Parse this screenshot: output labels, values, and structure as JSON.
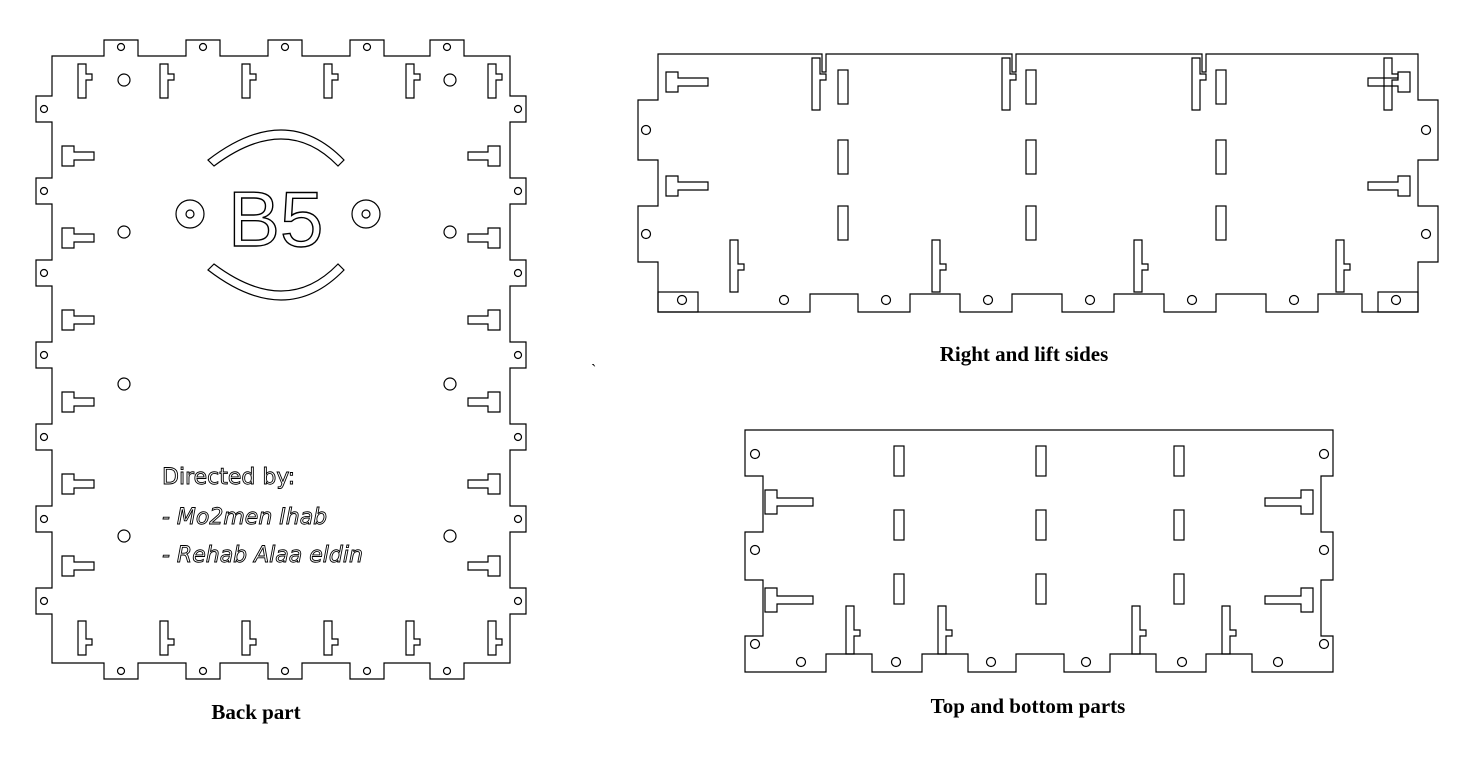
{
  "captions": {
    "back": "Back part",
    "sides": "Right and lift sides",
    "topbottom": "Top and bottom parts"
  },
  "stray_mark": "`",
  "engraving": {
    "logo": "B5",
    "credit_heading": "Directed by:",
    "credit_line_1": "- Mo2men Ihab",
    "credit_line_2": "- Rehab Alaa eldin"
  },
  "colors": {
    "line": "#000000",
    "background": "#ffffff"
  }
}
